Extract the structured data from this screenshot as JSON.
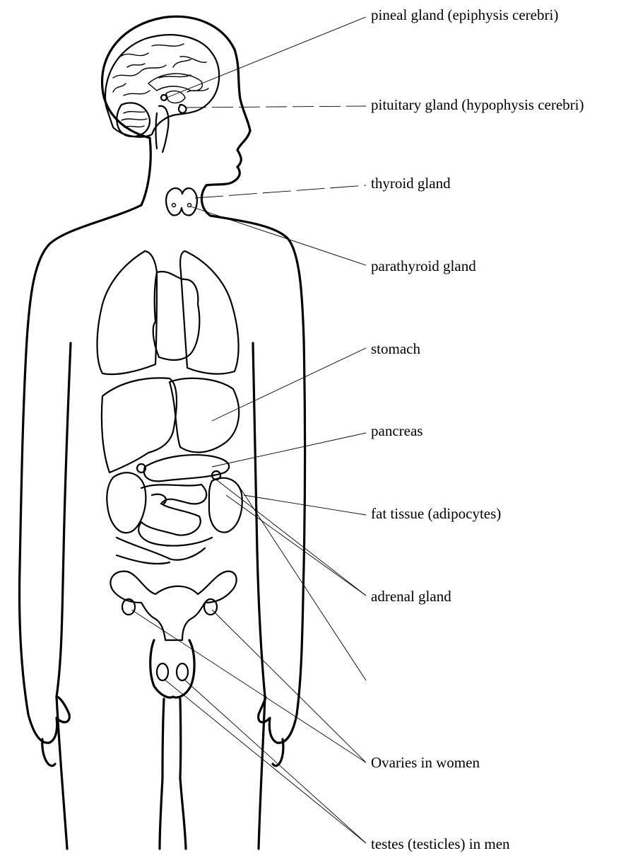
{
  "labels": {
    "pineal": "pineal gland (epiphysis cerebri)",
    "pituitary": "pituitary gland (hypophysis cerebri)",
    "thyroid": "thyroid gland",
    "parathyroid": "parathyroid gland",
    "stomach": "stomach",
    "pancreas": "pancreas",
    "fat": "fat tissue (adipocytes)",
    "adrenal": "adrenal gland",
    "ovaries": "Ovaries in women",
    "testes": "testes (testicles) in men"
  }
}
